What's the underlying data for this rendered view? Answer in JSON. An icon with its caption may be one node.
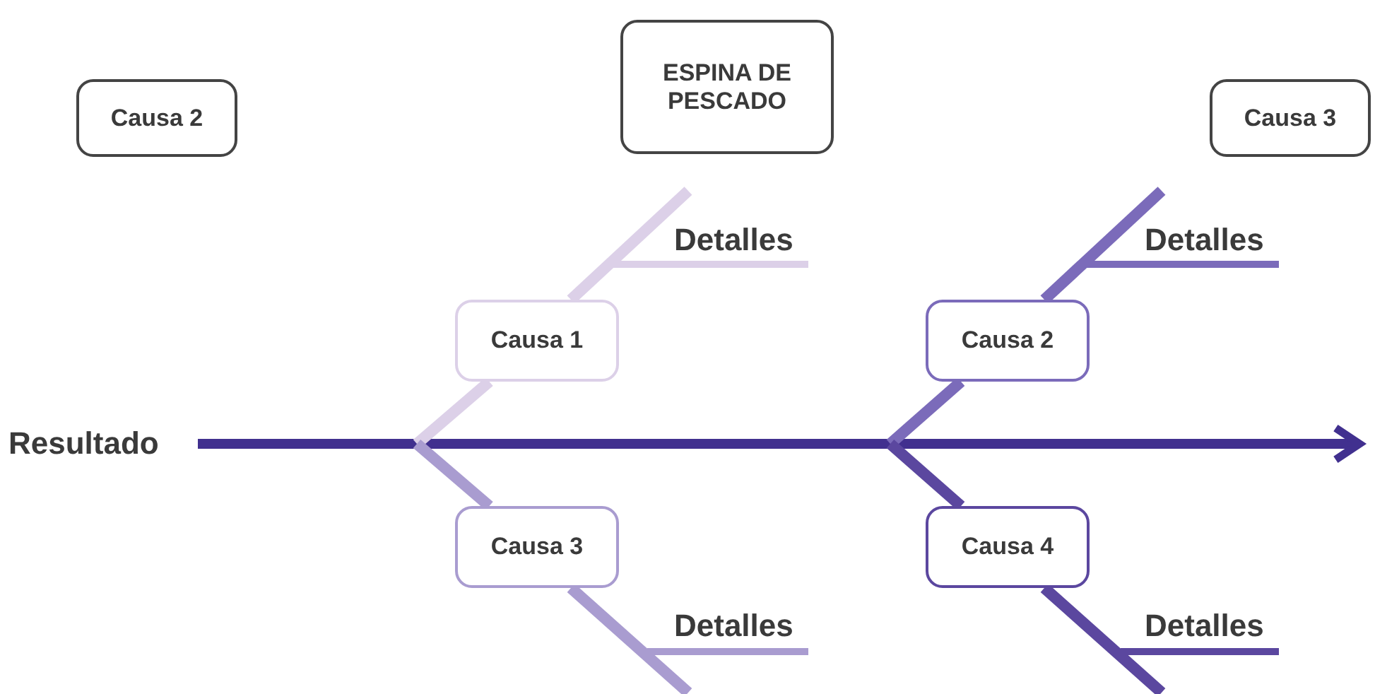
{
  "diagram": {
    "nodes": [
      {
        "text": [
          "Causa 2"
        ]
      },
      {
        "text": [
          "ESPINA DE PESCADO"
        ]
      },
      {
        "text": [
          "Causa 3"
        ]
      },
      {
        "text": [
          "Resultado"
        ]
      },
      {
        "text": [
          "Causa 1"
        ]
      },
      {
        "text": [
          "Causa 2"
        ]
      },
      {
        "text": [
          "Causa 3"
        ]
      },
      {
        "text": [
          "Causa 4"
        ]
      }
    ],
    "edges": [
      {
        "from": 3,
        "to": null,
        "arrow": "to"
      },
      {
        "from": 4,
        "to": null,
        "arrow": "none",
        "color": "#dcd0e8"
      },
      {
        "from": 5,
        "to": null,
        "arrow": "none",
        "color": "#7b6bba"
      },
      {
        "from": 6,
        "to": null,
        "arrow": "none",
        "color": "#a99cd0"
      },
      {
        "from": 7,
        "to": null,
        "arrow": "none",
        "color": "#5b479f"
      }
    ],
    "labels": [
      "Detalles",
      "Detalles",
      "Detalles",
      "Detalles"
    ]
  }
}
